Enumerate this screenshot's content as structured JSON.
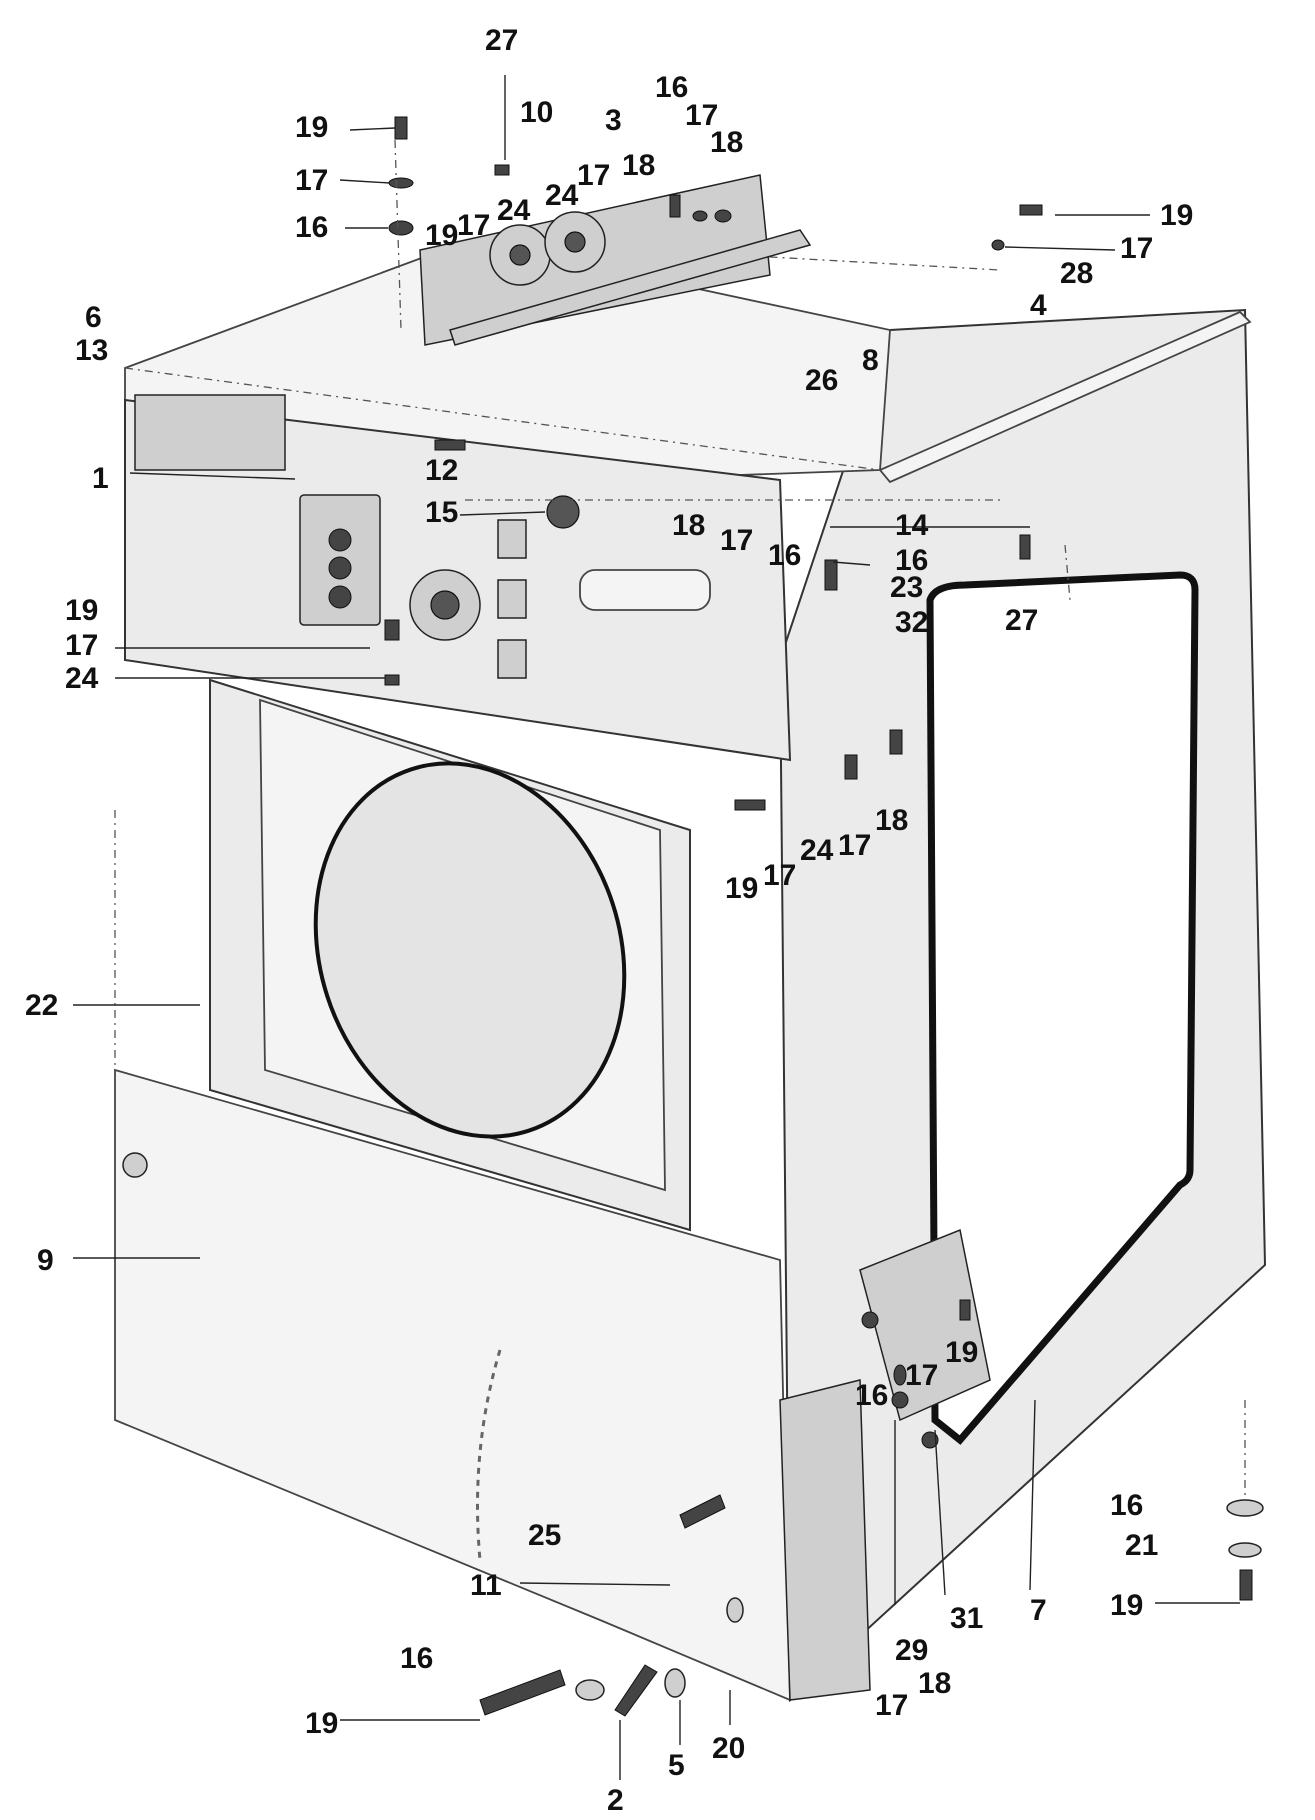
{
  "diagram": {
    "callouts": [
      {
        "id": "c27a",
        "label": "27"
      },
      {
        "id": "c10",
        "label": "10"
      },
      {
        "id": "c3",
        "label": "3"
      },
      {
        "id": "c16a",
        "label": "16"
      },
      {
        "id": "c17a",
        "label": "17"
      },
      {
        "id": "c18a",
        "label": "18"
      },
      {
        "id": "c19a",
        "label": "19"
      },
      {
        "id": "c17b",
        "label": "17"
      },
      {
        "id": "c16b",
        "label": "16"
      },
      {
        "id": "c24a",
        "label": "24"
      },
      {
        "id": "c17c",
        "label": "17"
      },
      {
        "id": "c18b",
        "label": "18"
      },
      {
        "id": "c19b",
        "label": "19"
      },
      {
        "id": "c17d",
        "label": "17"
      },
      {
        "id": "c24b",
        "label": "24"
      },
      {
        "id": "c19c",
        "label": "19"
      },
      {
        "id": "c17e",
        "label": "17"
      },
      {
        "id": "c28",
        "label": "28"
      },
      {
        "id": "c4",
        "label": "4"
      },
      {
        "id": "c6",
        "label": "6"
      },
      {
        "id": "c13",
        "label": "13"
      },
      {
        "id": "c26",
        "label": "26"
      },
      {
        "id": "c8",
        "label": "8"
      },
      {
        "id": "c1",
        "label": "1"
      },
      {
        "id": "c12",
        "label": "12"
      },
      {
        "id": "c15",
        "label": "15"
      },
      {
        "id": "c18c",
        "label": "18"
      },
      {
        "id": "c17f",
        "label": "17"
      },
      {
        "id": "c16c",
        "label": "16"
      },
      {
        "id": "c14",
        "label": "14"
      },
      {
        "id": "c16d",
        "label": "16"
      },
      {
        "id": "c23",
        "label": "23"
      },
      {
        "id": "c32",
        "label": "32"
      },
      {
        "id": "c27b",
        "label": "27"
      },
      {
        "id": "c19d",
        "label": "19"
      },
      {
        "id": "c17g",
        "label": "17"
      },
      {
        "id": "c24c",
        "label": "24"
      },
      {
        "id": "c18d",
        "label": "18"
      },
      {
        "id": "c24d",
        "label": "24"
      },
      {
        "id": "c17h",
        "label": "17"
      },
      {
        "id": "c19e",
        "label": "19"
      },
      {
        "id": "c17i",
        "label": "17"
      },
      {
        "id": "c22",
        "label": "22"
      },
      {
        "id": "c9",
        "label": "9"
      },
      {
        "id": "c17j",
        "label": "17"
      },
      {
        "id": "c19f",
        "label": "19"
      },
      {
        "id": "c16e",
        "label": "16"
      },
      {
        "id": "c16f",
        "label": "16"
      },
      {
        "id": "c21",
        "label": "21"
      },
      {
        "id": "c25",
        "label": "25"
      },
      {
        "id": "c11",
        "label": "11"
      },
      {
        "id": "c7",
        "label": "7"
      },
      {
        "id": "c31",
        "label": "31"
      },
      {
        "id": "c29",
        "label": "29"
      },
      {
        "id": "c19g",
        "label": "19"
      },
      {
        "id": "c16g",
        "label": "16"
      },
      {
        "id": "c18e",
        "label": "18"
      },
      {
        "id": "c17k",
        "label": "17"
      },
      {
        "id": "c19h",
        "label": "19"
      },
      {
        "id": "c20",
        "label": "20"
      },
      {
        "id": "c5",
        "label": "5"
      },
      {
        "id": "c2",
        "label": "2"
      }
    ]
  }
}
